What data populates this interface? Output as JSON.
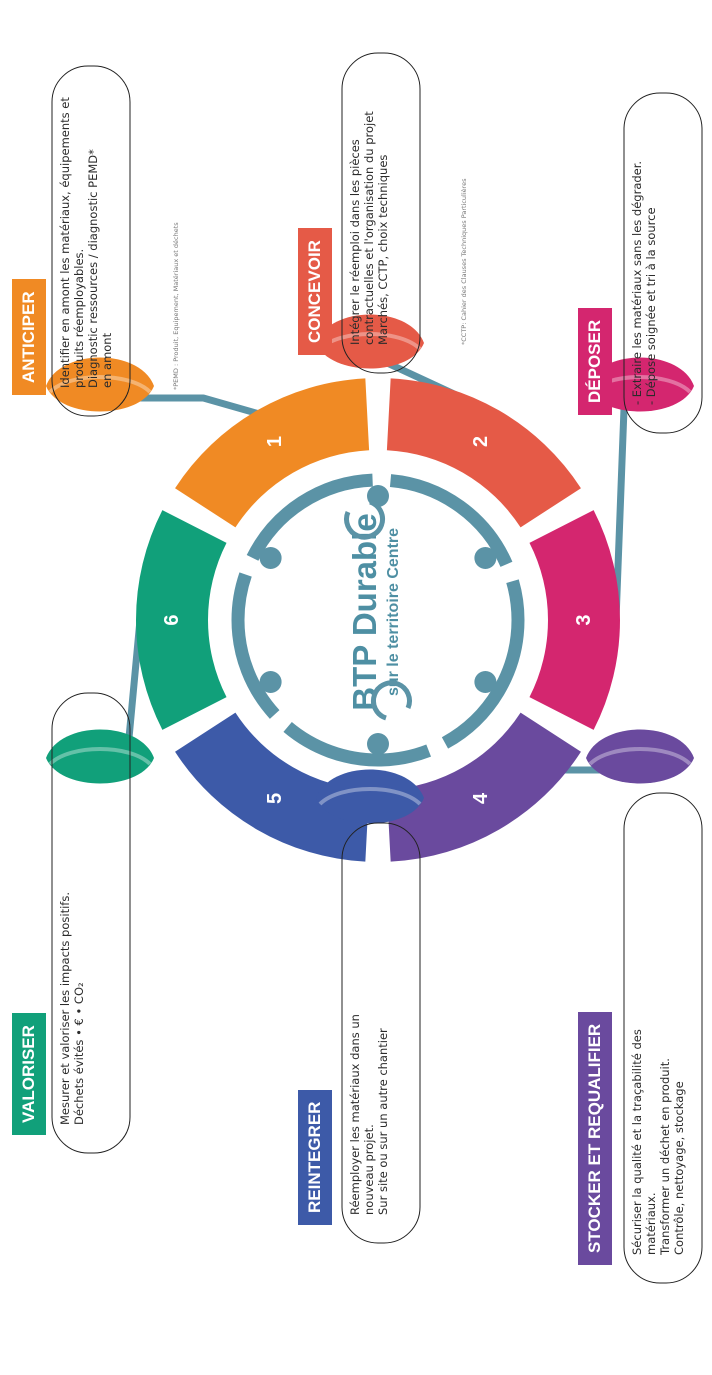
{
  "logo": {
    "line1": "BTP Durable",
    "line2": "sur le territoire Centre",
    "color": "#4e8fa3"
  },
  "steps": [
    {
      "number": "1",
      "title": "ANTICIPER",
      "color": "#f08a24",
      "lines": [
        "Identifier en amont les matériaux, équipements et",
        "produits réemployables.",
        "Diagnostic ressources / diagnostic PEMD*",
        "en amont"
      ],
      "footnote": "*PEMD : Produit, Equipement, Matériaux et déchets"
    },
    {
      "number": "2",
      "title": "CONCEVOIR",
      "color": "#e55a47",
      "lines": [
        "Intégrer le réemploi dans les pièces",
        "contractuelles et l'organisation du projet",
        "Marchés, CCTP, choix techniques"
      ],
      "footnote": "*CCTP: Cahier des Clauses Techniques Particulières"
    },
    {
      "number": "3",
      "title": "DÉPOSER",
      "color": "#d4266f",
      "lines": [
        "-  Extraire les matériaux sans les dégrader.",
        "-  Dépose soignée et tri à la source"
      ],
      "footnote": ""
    },
    {
      "number": "4",
      "title": "STOCKER ET REQUALIFIER",
      "color": "#6a4a9e",
      "lines": [
        "Sécuriser la qualité et la traçabilité des",
        "matériaux.",
        "Transformer un déchet en produit.",
        "Contrôle, nettoyage, stockage"
      ],
      "footnote": ""
    },
    {
      "number": "5",
      "title": "REINTEGRER",
      "color": "#3d5aa8",
      "lines": [
        "Réemployer les matériaux dans un",
        "nouveau projet.",
        "Sur site ou sur un autre chantier"
      ],
      "footnote": ""
    },
    {
      "number": "6",
      "title": "VALORISER",
      "color": "#11a07a",
      "lines": [
        "Mesurer et valoriser les impacts positifs.",
        "Déchets évités • € • CO₂"
      ],
      "footnote": ""
    }
  ],
  "connector_color": "#5b93a6"
}
